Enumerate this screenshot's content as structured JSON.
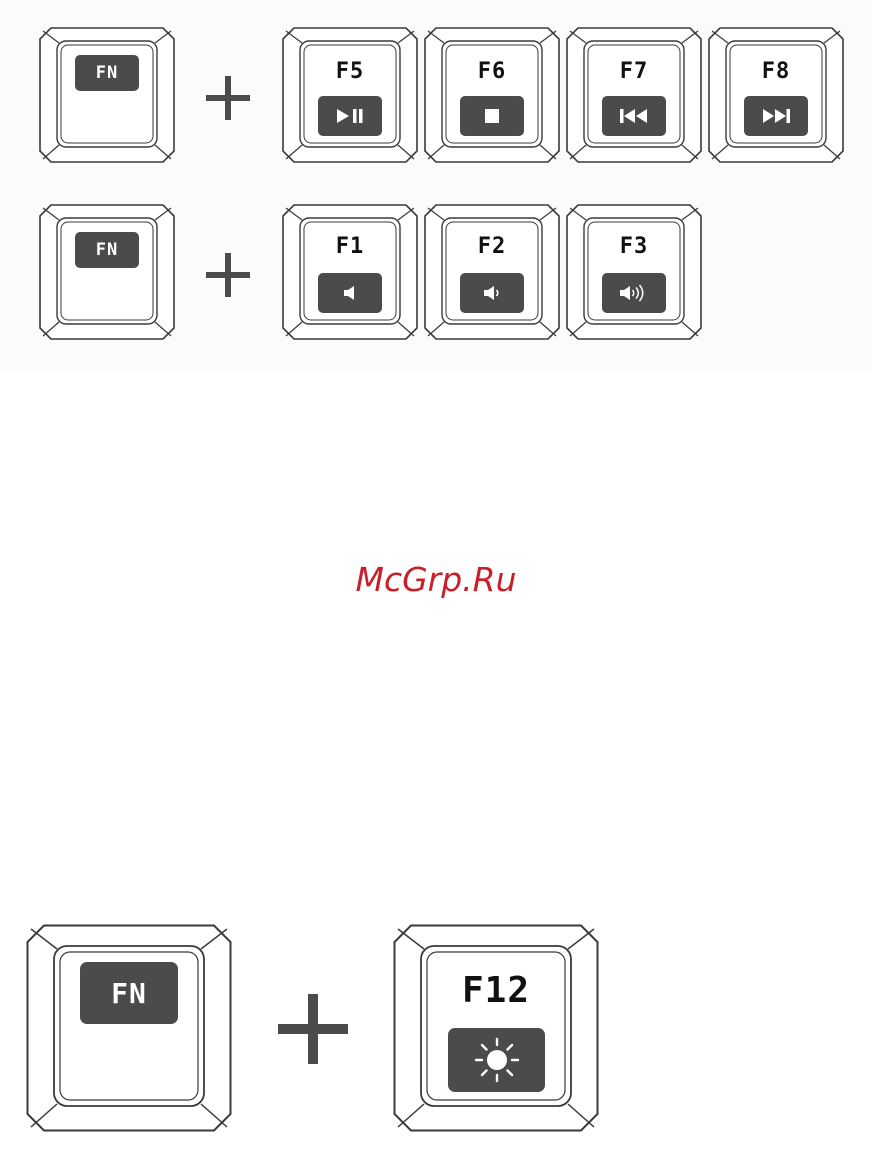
{
  "rows": [
    {
      "modifier": "FN",
      "keys": [
        {
          "label": "F5",
          "icon": "play-pause-icon"
        },
        {
          "label": "F6",
          "icon": "stop-icon"
        },
        {
          "label": "F7",
          "icon": "previous-track-icon"
        },
        {
          "label": "F8",
          "icon": "next-track-icon"
        }
      ]
    },
    {
      "modifier": "FN",
      "keys": [
        {
          "label": "F1",
          "icon": "mute-icon"
        },
        {
          "label": "F2",
          "icon": "volume-down-icon"
        },
        {
          "label": "F3",
          "icon": "volume-up-icon"
        }
      ]
    }
  ],
  "watermark": "McGrp.Ru",
  "backlight_combo": {
    "modifier": "FN",
    "key": {
      "label": "F12",
      "icon": "brightness-icon"
    }
  },
  "colors": {
    "key_outline": "#3a3a3a",
    "badge": "#4b4b4b",
    "plus": "#4b4b4b",
    "watermark": "#c8202a"
  }
}
